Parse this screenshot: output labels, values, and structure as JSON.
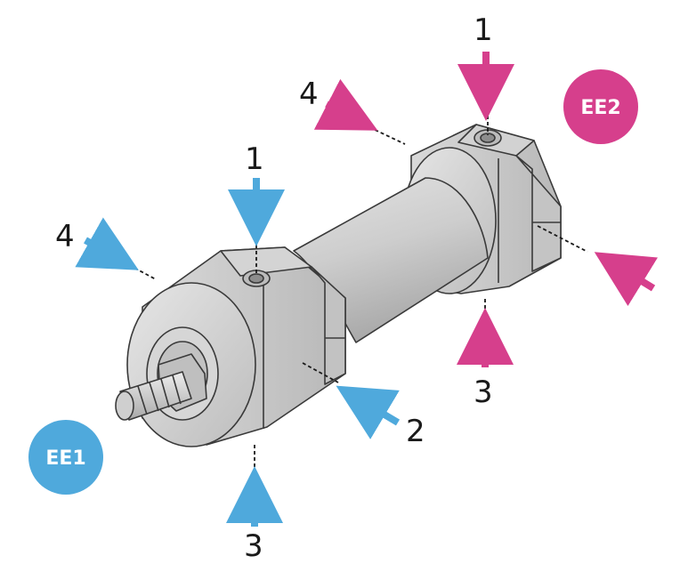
{
  "colors": {
    "blue": "#4fa9dc",
    "magenta": "#d63f8c",
    "metal_light": "#dcdcdc",
    "metal_mid": "#c9c9c9",
    "metal_dark": "#aaaaaa"
  },
  "badges": {
    "ee1": "EE1",
    "ee2": "EE2"
  },
  "labels": {
    "ee1_top": "1",
    "ee1_side": "4",
    "ee1_front": "2",
    "ee1_bottom": "3",
    "ee2_top": "1",
    "ee2_side": "4",
    "ee2_bottom": "3"
  }
}
